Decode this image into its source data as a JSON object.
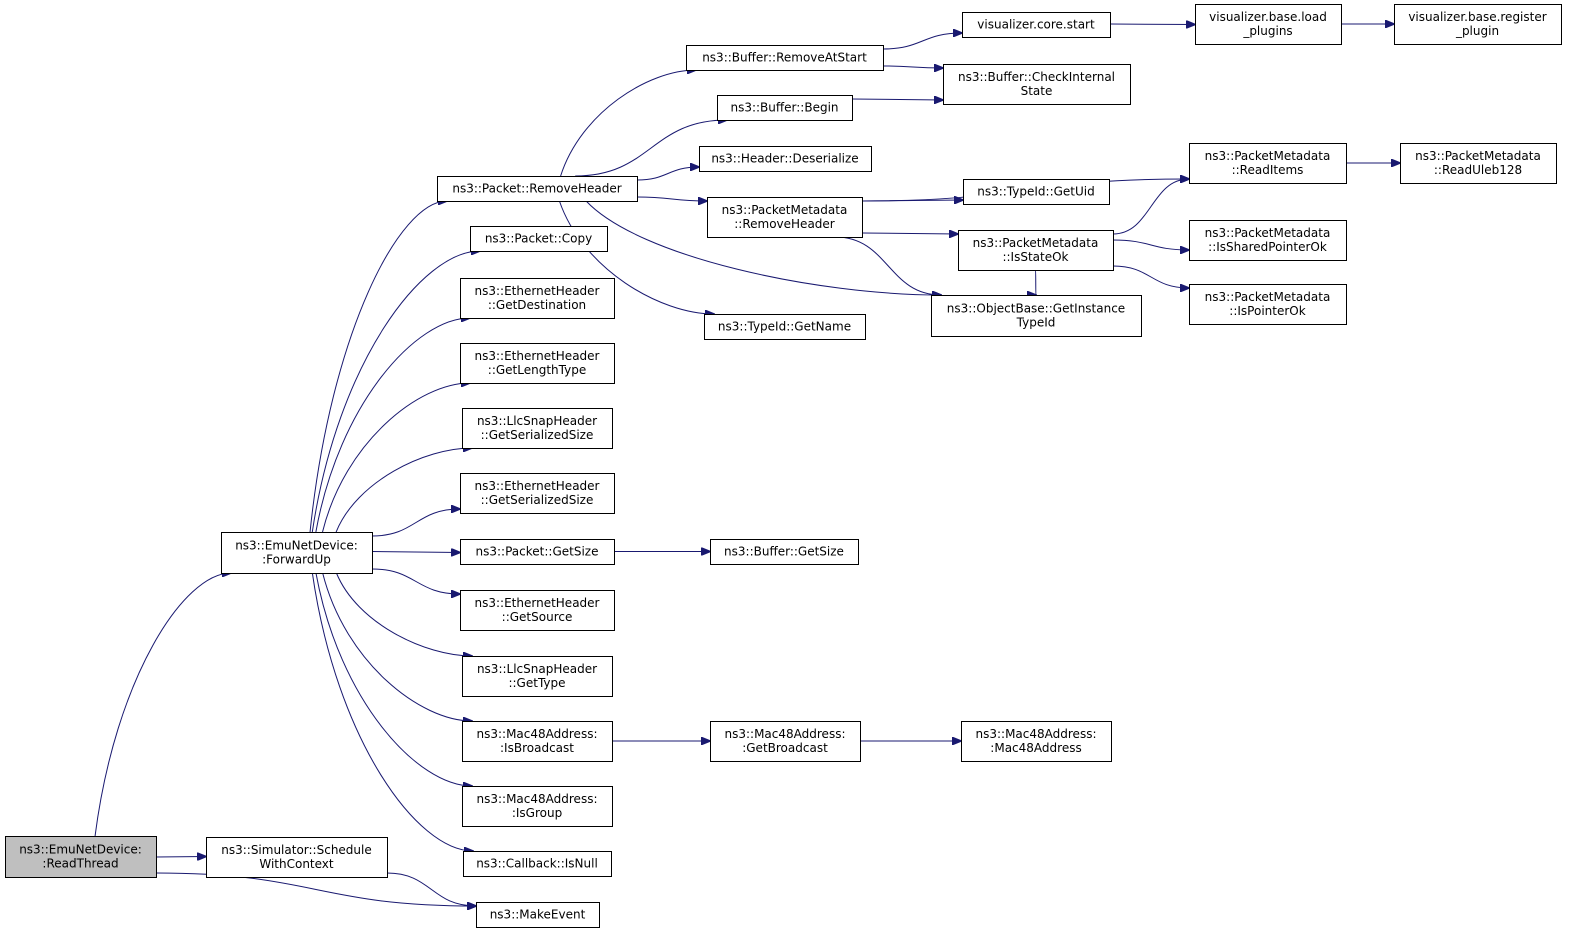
{
  "graph": {
    "root": "n_readthread",
    "nodes": {
      "n_readthread": {
        "lines": [
          "ns3::EmuNetDevice:",
          ":ReadThread"
        ],
        "highlight": true
      },
      "n_forwardup": {
        "lines": [
          "ns3::EmuNetDevice:",
          ":ForwardUp"
        ]
      },
      "n_schedule": {
        "lines": [
          "ns3::Simulator::Schedule",
          "WithContext"
        ]
      },
      "n_makeevent": {
        "lines": [
          "ns3::MakeEvent"
        ]
      },
      "n_removeheader": {
        "lines": [
          "ns3::Packet::RemoveHeader"
        ]
      },
      "n_copy": {
        "lines": [
          "ns3::Packet::Copy"
        ]
      },
      "n_getdest": {
        "lines": [
          "ns3::EthernetHeader",
          "::GetDestination"
        ]
      },
      "n_getlentype": {
        "lines": [
          "ns3::EthernetHeader",
          "::GetLengthType"
        ]
      },
      "n_llcsersize": {
        "lines": [
          "ns3::LlcSnapHeader",
          "::GetSerializedSize"
        ]
      },
      "n_ethsersize": {
        "lines": [
          "ns3::EthernetHeader",
          "::GetSerializedSize"
        ]
      },
      "n_getsize": {
        "lines": [
          "ns3::Packet::GetSize"
        ]
      },
      "n_getsource": {
        "lines": [
          "ns3::EthernetHeader",
          "::GetSource"
        ]
      },
      "n_gettype": {
        "lines": [
          "ns3::LlcSnapHeader",
          "::GetType"
        ]
      },
      "n_isbroadcast": {
        "lines": [
          "ns3::Mac48Address:",
          ":IsBroadcast"
        ]
      },
      "n_isgroup": {
        "lines": [
          "ns3::Mac48Address:",
          ":IsGroup"
        ]
      },
      "n_isnull": {
        "lines": [
          "ns3::Callback::IsNull"
        ]
      },
      "n_removeatstart": {
        "lines": [
          "ns3::Buffer::RemoveAtStart"
        ]
      },
      "n_begin": {
        "lines": [
          "ns3::Buffer::Begin"
        ]
      },
      "n_deserialize": {
        "lines": [
          "ns3::Header::Deserialize"
        ]
      },
      "n_pmremoveheader": {
        "lines": [
          "ns3::PacketMetadata",
          "::RemoveHeader"
        ]
      },
      "n_getname": {
        "lines": [
          "ns3::TypeId::GetName"
        ]
      },
      "n_buffergetsize": {
        "lines": [
          "ns3::Buffer::GetSize"
        ]
      },
      "n_getbroadcast": {
        "lines": [
          "ns3::Mac48Address:",
          ":GetBroadcast"
        ]
      },
      "n_vizstart": {
        "lines": [
          "visualizer.core.start"
        ]
      },
      "n_checkinternal": {
        "lines": [
          "ns3::Buffer::CheckInternal",
          "State"
        ]
      },
      "n_getuid": {
        "lines": [
          "ns3::TypeId::GetUid"
        ]
      },
      "n_isstateok": {
        "lines": [
          "ns3::PacketMetadata",
          "::IsStateOk"
        ]
      },
      "n_getinstancetypeid": {
        "lines": [
          "ns3::ObjectBase::GetInstance",
          "TypeId"
        ]
      },
      "n_mac48address": {
        "lines": [
          "ns3::Mac48Address:",
          ":Mac48Address"
        ]
      },
      "n_loadplugins": {
        "lines": [
          "visualizer.base.load",
          "_plugins"
        ]
      },
      "n_readitems": {
        "lines": [
          "ns3::PacketMetadata",
          "::ReadItems"
        ]
      },
      "n_issharedptr": {
        "lines": [
          "ns3::PacketMetadata",
          "::IsSharedPointerOk"
        ]
      },
      "n_isptrok": {
        "lines": [
          "ns3::PacketMetadata",
          "::IsPointerOk"
        ]
      },
      "n_registerplugin": {
        "lines": [
          "visualizer.base.register",
          "_plugin"
        ]
      },
      "n_readuleb": {
        "lines": [
          "ns3::PacketMetadata",
          "::ReadUleb128"
        ]
      }
    },
    "edges": [
      [
        "n_readthread",
        "n_forwardup"
      ],
      [
        "n_readthread",
        "n_schedule"
      ],
      [
        "n_readthread",
        "n_makeevent"
      ],
      [
        "n_schedule",
        "n_makeevent"
      ],
      [
        "n_forwardup",
        "n_removeheader"
      ],
      [
        "n_forwardup",
        "n_copy"
      ],
      [
        "n_forwardup",
        "n_getdest"
      ],
      [
        "n_forwardup",
        "n_getlentype"
      ],
      [
        "n_forwardup",
        "n_llcsersize"
      ],
      [
        "n_forwardup",
        "n_ethsersize"
      ],
      [
        "n_forwardup",
        "n_getsize"
      ],
      [
        "n_forwardup",
        "n_getsource"
      ],
      [
        "n_forwardup",
        "n_gettype"
      ],
      [
        "n_forwardup",
        "n_isbroadcast"
      ],
      [
        "n_forwardup",
        "n_isgroup"
      ],
      [
        "n_forwardup",
        "n_isnull"
      ],
      [
        "n_removeheader",
        "n_removeatstart"
      ],
      [
        "n_removeheader",
        "n_begin"
      ],
      [
        "n_removeheader",
        "n_deserialize"
      ],
      [
        "n_removeheader",
        "n_pmremoveheader"
      ],
      [
        "n_removeheader",
        "n_getname"
      ],
      [
        "n_removeheader",
        "n_getinstancetypeid"
      ],
      [
        "n_getsize",
        "n_buffergetsize"
      ],
      [
        "n_isbroadcast",
        "n_getbroadcast"
      ],
      [
        "n_getbroadcast",
        "n_mac48address"
      ],
      [
        "n_removeatstart",
        "n_vizstart"
      ],
      [
        "n_removeatstart",
        "n_checkinternal"
      ],
      [
        "n_begin",
        "n_checkinternal"
      ],
      [
        "n_vizstart",
        "n_loadplugins"
      ],
      [
        "n_loadplugins",
        "n_registerplugin"
      ],
      [
        "n_pmremoveheader",
        "n_readitems"
      ],
      [
        "n_pmremoveheader",
        "n_getuid"
      ],
      [
        "n_pmremoveheader",
        "n_isstateok"
      ],
      [
        "n_pmremoveheader",
        "n_getinstancetypeid"
      ],
      [
        "n_isstateok",
        "n_readitems"
      ],
      [
        "n_isstateok",
        "n_issharedptr"
      ],
      [
        "n_isstateok",
        "n_isptrok"
      ],
      [
        "n_isstateok",
        "n_getinstancetypeid"
      ],
      [
        "n_readitems",
        "n_readuleb"
      ]
    ]
  },
  "colors": {
    "edge": "#191970",
    "root_fill": "#bfbfbf",
    "node_fill": "#ffffff",
    "node_stroke": "#000000"
  }
}
